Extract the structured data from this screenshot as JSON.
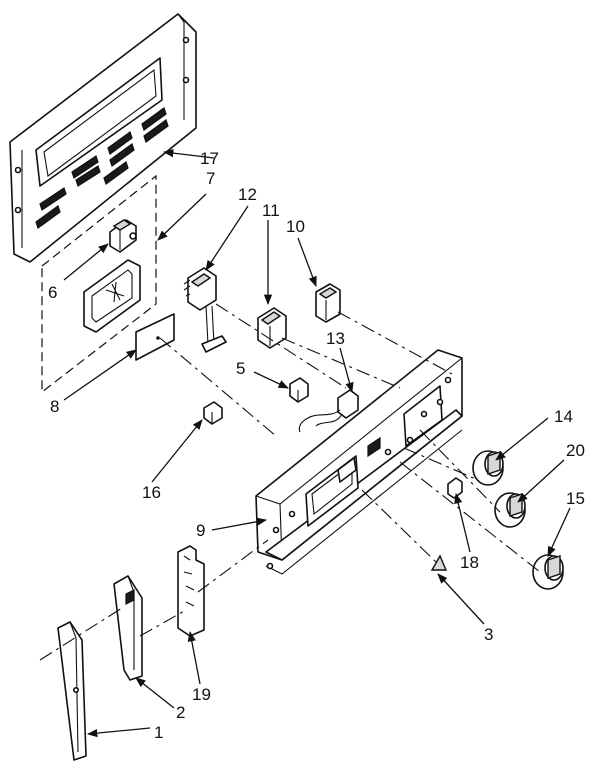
{
  "callouts": {
    "c1": "1",
    "c2": "2",
    "c3": "3",
    "c5": "5",
    "c6": "6",
    "c7": "7",
    "c8": "8",
    "c9": "9",
    "c10": "10",
    "c11": "11",
    "c12": "12",
    "c13": "13",
    "c14": "14",
    "c15": "15",
    "c16": "16",
    "c17": "17",
    "c18": "18",
    "c19": "19",
    "c20": "20"
  }
}
